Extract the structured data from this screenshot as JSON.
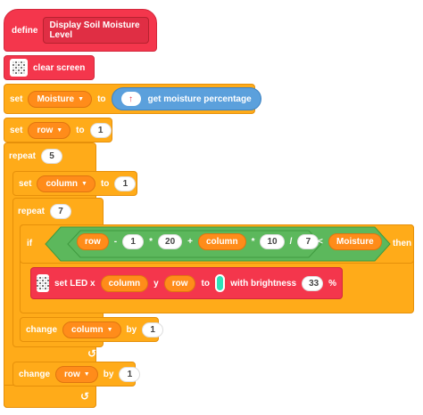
{
  "define": {
    "keyword": "define",
    "name": "Display Soil Moisture Level"
  },
  "clear": {
    "label": "clear screen",
    "icon": "led-matrix-icon"
  },
  "set_moisture": {
    "set": "set",
    "var": "Moisture",
    "to": "to",
    "reporter": "get moisture percentage",
    "icon": "cloud-upload-icon"
  },
  "set_row": {
    "set": "set",
    "var": "row",
    "to": "to",
    "value": "1"
  },
  "repeat_outer": {
    "label": "repeat",
    "count": "5"
  },
  "set_column": {
    "set": "set",
    "var": "column",
    "to": "to",
    "value": "1"
  },
  "repeat_inner": {
    "label": "repeat",
    "count": "7"
  },
  "if_block": {
    "if": "if",
    "then": "then",
    "expr": {
      "a": "row",
      "minus": "-",
      "b": "1",
      "times1": "*",
      "c": "20",
      "plus": "+",
      "d": "column",
      "times2": "*",
      "e": "10",
      "div": "/",
      "f": "7",
      "lt": "<",
      "g": "Moisture"
    }
  },
  "set_led": {
    "label": "set LED x",
    "x": "column",
    "y_label": "y",
    "y": "row",
    "to": "to",
    "with": "with brightness",
    "brightness": "33",
    "pct": "%",
    "color": "#2de3b9"
  },
  "change_column": {
    "label": "change",
    "var": "column",
    "by": "by",
    "value": "1"
  },
  "change_row": {
    "label": "change",
    "var": "row",
    "by": "by",
    "value": "1"
  },
  "dropdown_glyph": "▼",
  "loop_glyph": "↺"
}
